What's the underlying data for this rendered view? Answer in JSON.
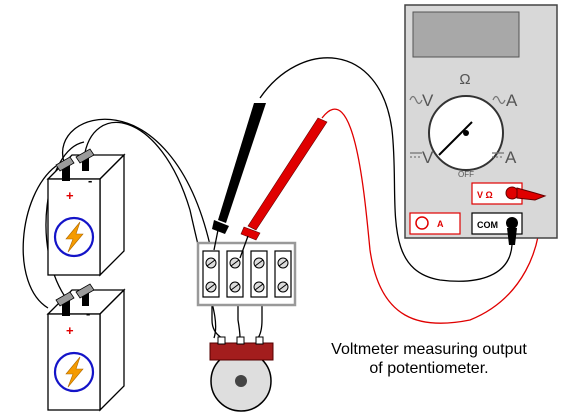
{
  "caption": {
    "line1": "Voltmeter measuring output",
    "line2": "of potentiometer."
  },
  "meter": {
    "dial_ohm": "Ω",
    "dial_ac_volts": "V",
    "dial_ac_amps": "A",
    "dial_dc_volts": "V",
    "dial_dc_amps": "A",
    "dial_off": "OFF",
    "jack_v_ohm": "V Ω",
    "jack_amps": "A",
    "jack_com": "COM"
  },
  "batteries": {
    "top_plus": "+",
    "top_minus": "-",
    "bottom_plus": "+",
    "bottom_minus": "-"
  },
  "colors": {
    "red_probe": "#e00000",
    "black_probe": "#000000",
    "meter_body": "#d8d8d8",
    "display": "#a8a8a8",
    "pot_body": "#a31d1d",
    "lightning": "#f59b00",
    "battery_badge": "#1414c8"
  }
}
